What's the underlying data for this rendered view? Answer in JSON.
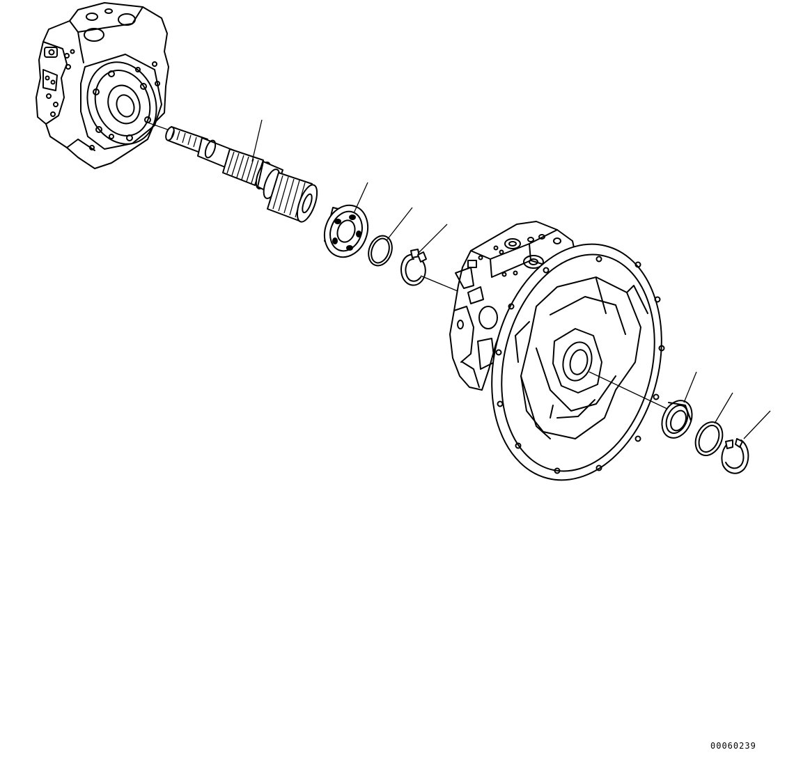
{
  "figure": {
    "document_number": "00060239",
    "ink_color": "#000000",
    "background_color": "#ffffff"
  },
  "parts": [
    {
      "name": "pump-rear-housing"
    },
    {
      "name": "drive-shaft"
    },
    {
      "name": "ball-bearing"
    },
    {
      "name": "spacer-ring"
    },
    {
      "name": "snap-ring"
    },
    {
      "name": "pump-front-housing"
    },
    {
      "name": "oil-seal"
    },
    {
      "name": "seal-spacer-ring"
    },
    {
      "name": "retaining-snap-ring"
    }
  ]
}
